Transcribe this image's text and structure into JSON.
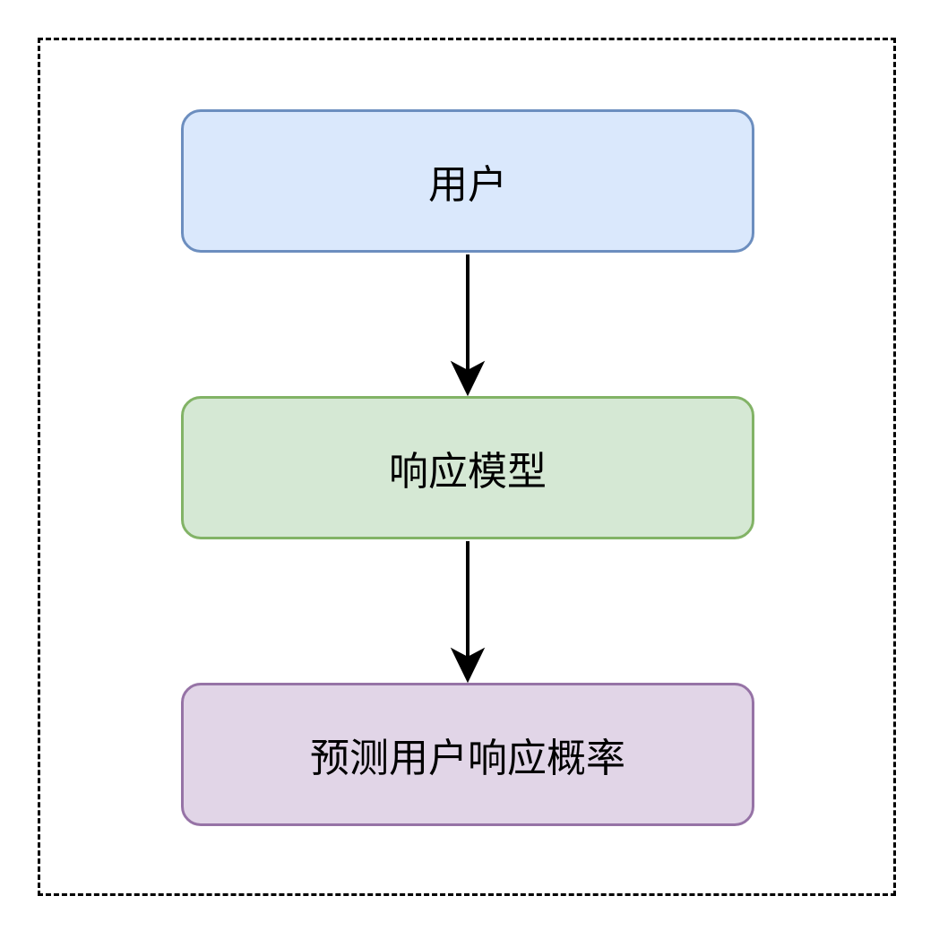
{
  "diagram": {
    "nodes": [
      {
        "id": "user",
        "label": "用户",
        "fill": "#dae8fc",
        "stroke": "#6c8ebf"
      },
      {
        "id": "response-model",
        "label": "响应模型",
        "fill": "#d5e8d4",
        "stroke": "#82b366"
      },
      {
        "id": "predict",
        "label": "预测用户响应概率",
        "fill": "#e1d5e7",
        "stroke": "#9673a6"
      }
    ],
    "edges": [
      {
        "from": "user",
        "to": "response-model"
      },
      {
        "from": "response-model",
        "to": "predict"
      }
    ],
    "colors": {
      "frame": "#000000",
      "arrow": "#000000"
    }
  }
}
